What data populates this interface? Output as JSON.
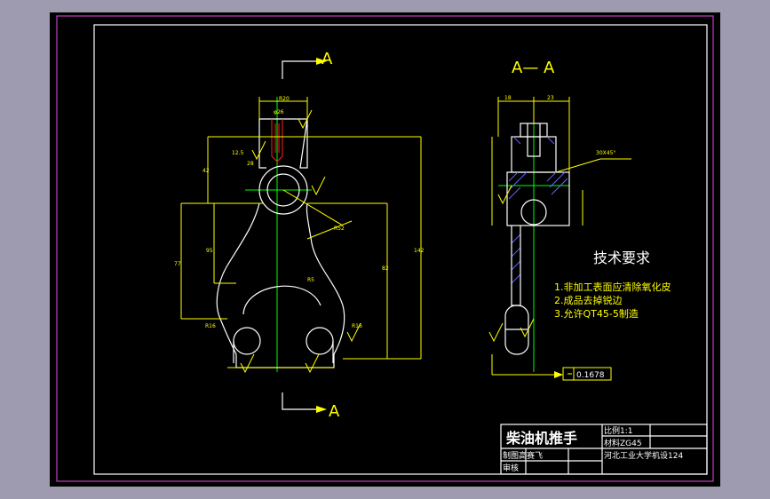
{
  "view": {
    "section_mark_top": "A",
    "section_mark_bottom": "A",
    "section_title": "A— A"
  },
  "technical_requirements": {
    "title": "技术要求",
    "items": [
      "1.非加工表面应清除氧化皮",
      "2.成品去掉锐边",
      "3.允许QT45-5制造"
    ]
  },
  "callouts": {
    "flatness_value": "0.1678"
  },
  "title_block": {
    "part_name": "柴油机推手",
    "scale": "比例1:1",
    "material": "材料ZG45",
    "drawn_by": "制图高赛飞",
    "reviewed": "审核",
    "org": "河北工业大学机设124"
  },
  "dimension_labels": {
    "top_width": "R20",
    "hole_dia": "φ26",
    "r12": "12.5",
    "side_a": "28",
    "r42": "42",
    "r52": "R52",
    "r52b": "R5",
    "h132": "142",
    "h82": "82",
    "h95": "95",
    "h77": "77",
    "r16": "R16",
    "r16b": "R16",
    "d18": "18",
    "d23": "23",
    "note_a": "30X45°"
  },
  "colors": {
    "line": "#ffff00",
    "outline": "#ffffff",
    "center": "#00ff00",
    "hidden": "#ff2020",
    "border": "#c040c0",
    "background": "#000000",
    "frame": "#9e9ab0"
  }
}
